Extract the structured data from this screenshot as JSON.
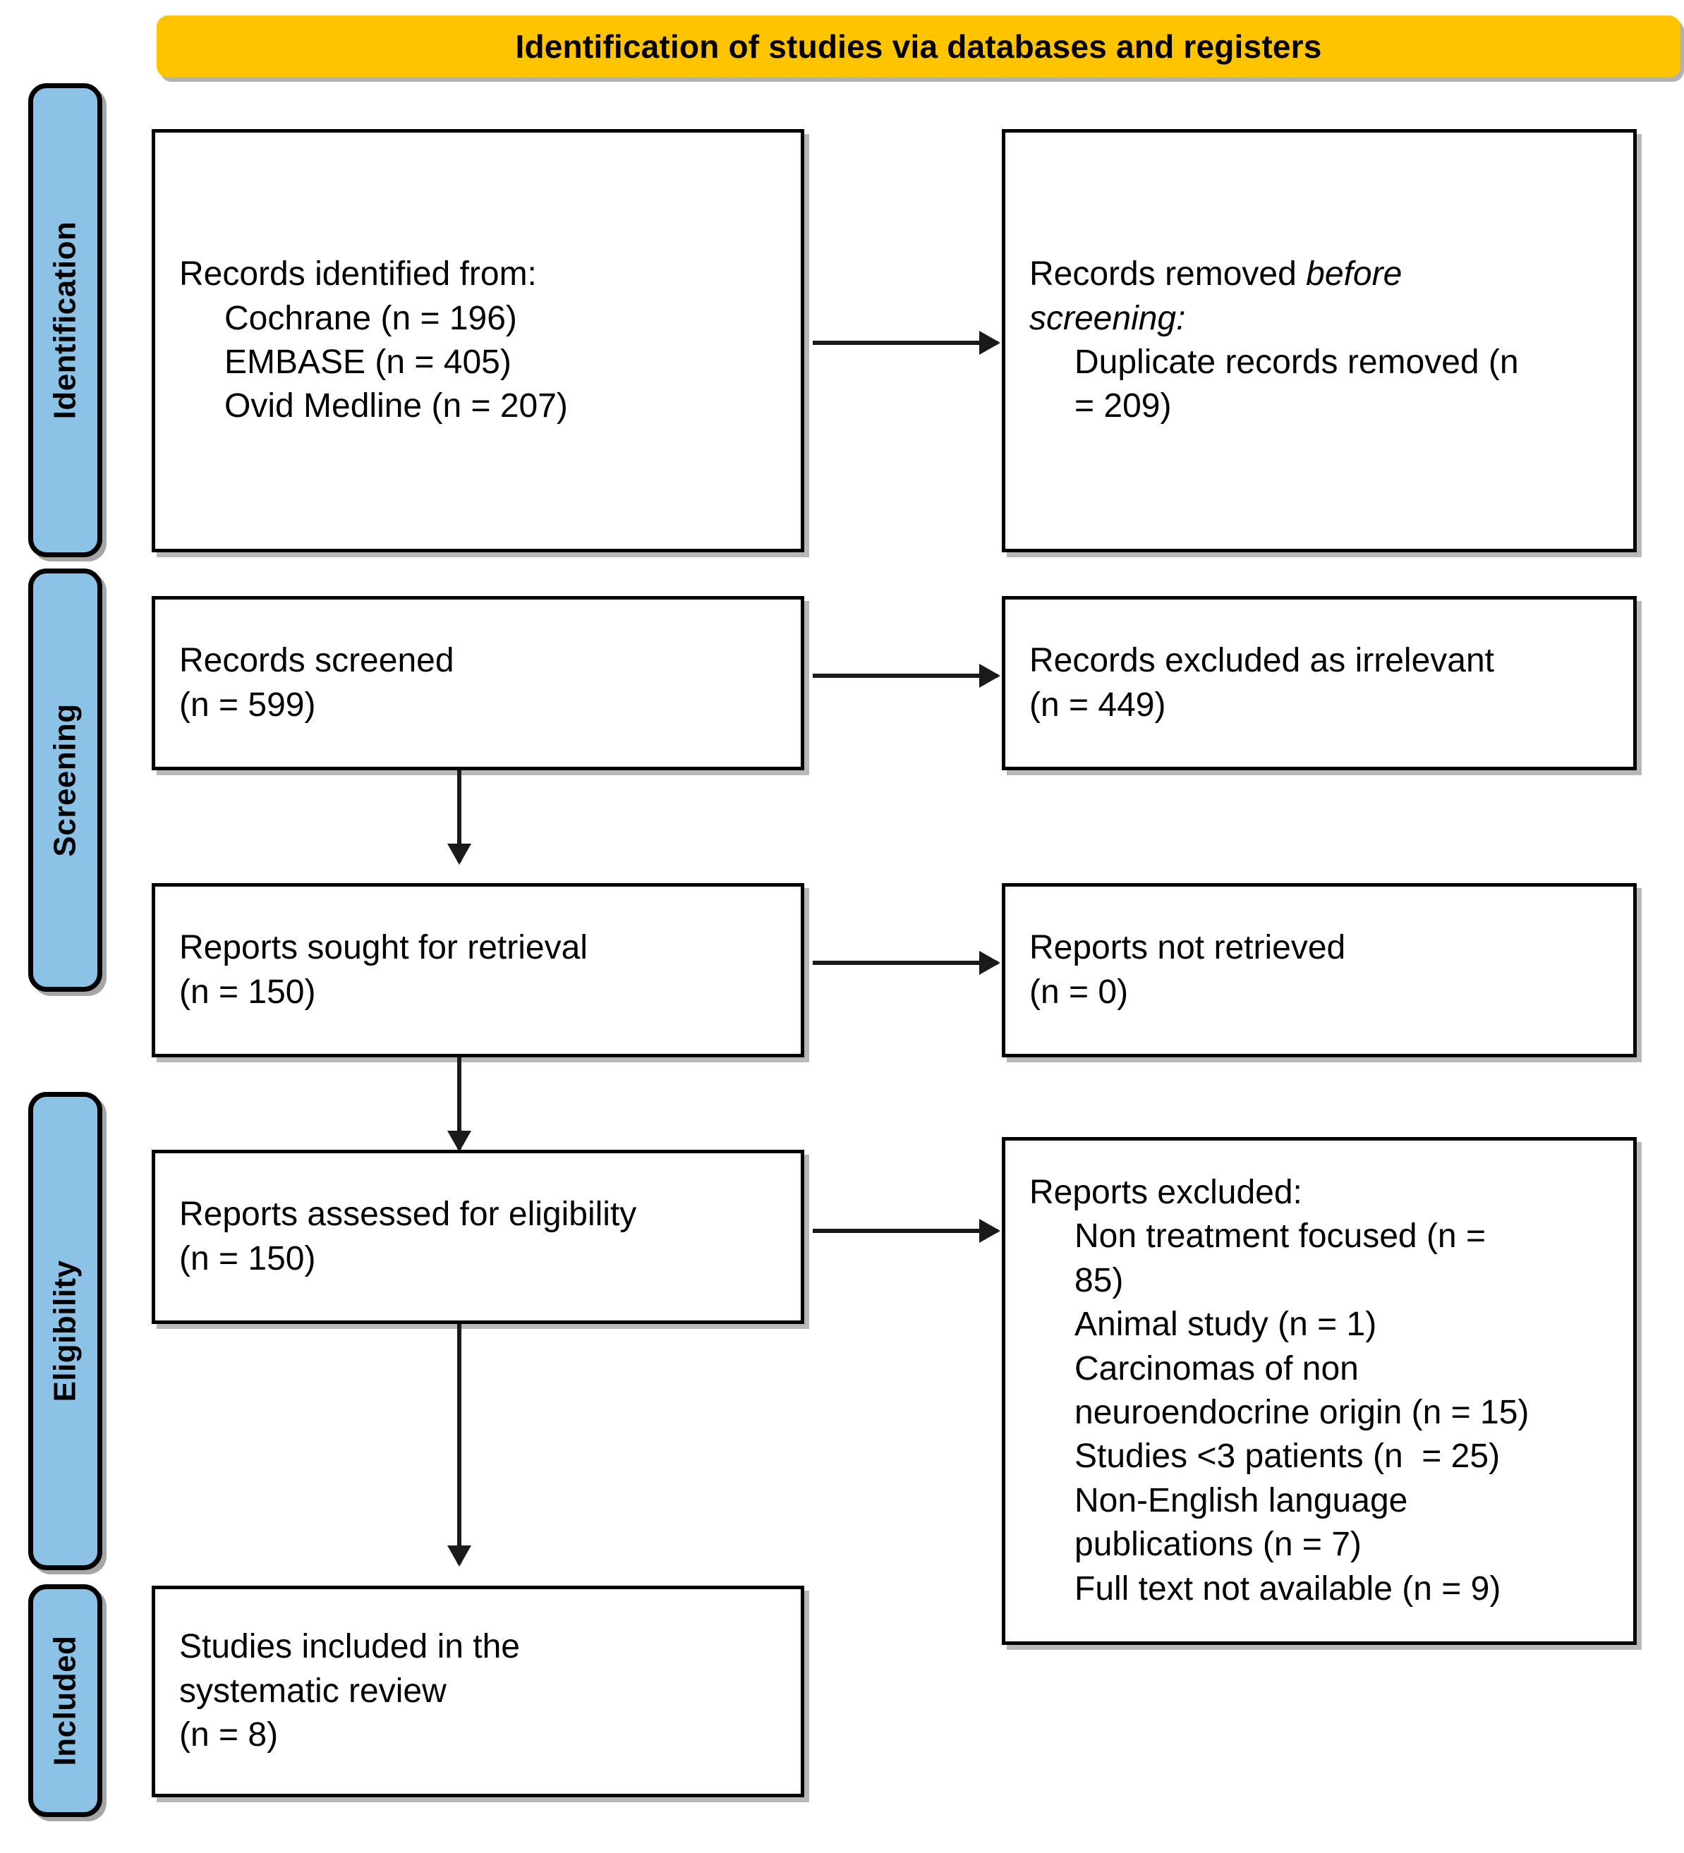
{
  "header": {
    "title": "Identification of studies via databases and registers",
    "background_color": "#FFC400",
    "text_color": "#000000"
  },
  "theme": {
    "stage_block_color": "#8CC2E6",
    "box_border_color": "#000000",
    "box_background_color": "#FFFFFF",
    "connector_color": "#1A1A1A"
  },
  "stages": [
    {
      "key": "identification",
      "label": "Identification"
    },
    {
      "key": "screening",
      "label": "Screening"
    },
    {
      "key": "eligibility",
      "label": "Eligibility"
    },
    {
      "key": "included",
      "label": "Included"
    }
  ],
  "boxes": {
    "records_identified": {
      "lines": [
        {
          "text": "Records identified from:",
          "indent": false,
          "italic": false
        },
        {
          "text": "Cochrane (n = 196)",
          "indent": true,
          "italic": false
        },
        {
          "text": "EMBASE (n = 405)",
          "indent": true,
          "italic": false
        },
        {
          "text": "Ovid Medline (n = 207)",
          "indent": true,
          "italic": false
        }
      ]
    },
    "records_removed": {
      "lines": [
        {
          "text": "Records removed before",
          "indent": false,
          "italic": false,
          "mixed": true
        },
        {
          "text": "screening:",
          "indent": false,
          "italic": true
        },
        {
          "text": "Duplicate records removed (n",
          "indent": true,
          "italic": false
        },
        {
          "text": "= 209)",
          "indent": true,
          "italic": false
        }
      ],
      "head_normal": "Records removed ",
      "head_italic": "before"
    },
    "records_screened": {
      "lines": [
        {
          "text": "Records screened",
          "indent": false,
          "italic": false
        },
        {
          "text": "(n = 599)",
          "indent": false,
          "italic": false
        }
      ]
    },
    "records_excluded": {
      "lines": [
        {
          "text": "Records excluded as irrelevant",
          "indent": false,
          "italic": false
        },
        {
          "text": "(n = 449)",
          "indent": false,
          "italic": false
        }
      ]
    },
    "reports_sought": {
      "lines": [
        {
          "text": "Reports sought for retrieval",
          "indent": false,
          "italic": false
        },
        {
          "text": "(n = 150)",
          "indent": false,
          "italic": false
        }
      ]
    },
    "reports_not_retrieved": {
      "lines": [
        {
          "text": "Reports not retrieved",
          "indent": false,
          "italic": false
        },
        {
          "text": "(n = 0)",
          "indent": false,
          "italic": false
        }
      ]
    },
    "reports_assessed": {
      "lines": [
        {
          "text": "Reports assessed for eligibility",
          "indent": false,
          "italic": false
        },
        {
          "text": "(n = 150)",
          "indent": false,
          "italic": false
        }
      ]
    },
    "reports_excluded": {
      "lines": [
        {
          "text": "Reports excluded:",
          "indent": false,
          "italic": false
        },
        {
          "text": "Non treatment focused (n =",
          "indent": true,
          "italic": false
        },
        {
          "text": "85)",
          "indent": true,
          "italic": false
        },
        {
          "text": "Animal study (n = 1)",
          "indent": true,
          "italic": false
        },
        {
          "text": "Carcinomas of non",
          "indent": true,
          "italic": false
        },
        {
          "text": "neuroendocrine origin (n = 15)",
          "indent": true,
          "italic": false
        },
        {
          "text": "Studies <3 patients (n  = 25)",
          "indent": true,
          "italic": false
        },
        {
          "text": "Non-English language",
          "indent": true,
          "italic": false
        },
        {
          "text": "publications (n = 7)",
          "indent": true,
          "italic": false
        },
        {
          "text": "Full text not available (n = 9)",
          "indent": true,
          "italic": false
        }
      ]
    },
    "studies_included": {
      "lines": [
        {
          "text": "Studies included in the",
          "indent": false,
          "italic": false
        },
        {
          "text": "systematic review",
          "indent": false,
          "italic": false
        },
        {
          "text": "(n = 8)",
          "indent": false,
          "italic": false
        }
      ]
    }
  },
  "counts": {
    "cochrane": 196,
    "embase": 405,
    "ovid_medline": 207,
    "duplicates_removed": 209,
    "records_screened": 599,
    "records_excluded_irrelevant": 449,
    "reports_sought": 150,
    "reports_not_retrieved": 0,
    "reports_assessed": 150,
    "excl_non_treatment_focused": 85,
    "excl_animal_study": 1,
    "excl_non_neuroendocrine": 15,
    "excl_studies_under_3_patients": 25,
    "excl_non_english": 7,
    "excl_full_text_unavailable": 9,
    "studies_included": 8
  }
}
